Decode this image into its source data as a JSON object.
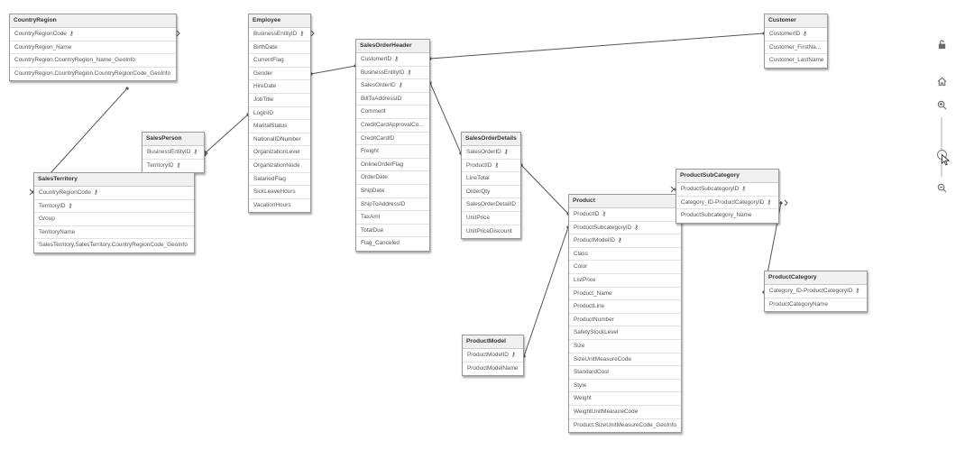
{
  "tables": [
    {
      "id": "CountryRegion",
      "title": "CountryRegion",
      "fields": [
        {
          "name": "CountryRegionCode",
          "key": true
        },
        {
          "name": "CountryRegion_Name",
          "key": false
        },
        {
          "name": "CountryRegion.CountryRegion_Name_GeoInfo",
          "key": false
        },
        {
          "name": "CountryRegion.CountryRegion.CountryRegionCode_GeoInfo",
          "key": false
        }
      ]
    },
    {
      "id": "Employee",
      "title": "Employee",
      "fields": [
        {
          "name": "BusinessEntityID",
          "key": true
        },
        {
          "name": "BirthDate",
          "key": false
        },
        {
          "name": "CurrentFlag",
          "key": false
        },
        {
          "name": "Gender",
          "key": false
        },
        {
          "name": "HireDate",
          "key": false
        },
        {
          "name": "JobTitle",
          "key": false
        },
        {
          "name": "LoginID",
          "key": false
        },
        {
          "name": "MaritalStatus",
          "key": false
        },
        {
          "name": "NationalIDNumber",
          "key": false
        },
        {
          "name": "OrganizationLevel",
          "key": false
        },
        {
          "name": "OrganizationNode",
          "key": false
        },
        {
          "name": "SalariedFlag",
          "key": false
        },
        {
          "name": "SickLeaveHours",
          "key": false
        },
        {
          "name": "VacationHours",
          "key": false
        }
      ]
    },
    {
      "id": "SalesOrderHeader",
      "title": "SalesOrderHeader",
      "fields": [
        {
          "name": "CustomerID",
          "key": true
        },
        {
          "name": "BusinessEntityID",
          "key": true
        },
        {
          "name": "SalesOrderID",
          "key": true
        },
        {
          "name": "BillToAddressID",
          "key": false
        },
        {
          "name": "Comment",
          "key": false
        },
        {
          "name": "CreditCardApprovalCo...",
          "key": false
        },
        {
          "name": "CreditCardID",
          "key": false
        },
        {
          "name": "Freight",
          "key": false
        },
        {
          "name": "OnlineOrderFlag",
          "key": false
        },
        {
          "name": "OrderDate",
          "key": false
        },
        {
          "name": "ShipDate",
          "key": false
        },
        {
          "name": "ShipToAddressID",
          "key": false
        },
        {
          "name": "TaxAmt",
          "key": false
        },
        {
          "name": "TotalDue",
          "key": false
        },
        {
          "name": "Flag_Canceled",
          "key": false
        }
      ]
    },
    {
      "id": "Customer",
      "title": "Customer",
      "fields": [
        {
          "name": "CustomerID",
          "key": true
        },
        {
          "name": "Customer_FirstNa...",
          "key": false
        },
        {
          "name": "Customer_LastName",
          "key": false
        }
      ]
    },
    {
      "id": "SalesPerson",
      "title": "SalesPerson",
      "fields": [
        {
          "name": "BusinessEntityID",
          "key": true
        },
        {
          "name": "TerritoryID",
          "key": true
        }
      ]
    },
    {
      "id": "SalesTerritory",
      "title": "SalesTerritory",
      "fields": [
        {
          "name": "CountryRegionCode",
          "key": true
        },
        {
          "name": "TerritoryID",
          "key": true
        },
        {
          "name": "Group",
          "key": false
        },
        {
          "name": "TerritoryName",
          "key": false
        },
        {
          "name": "SalesTerritory.SalesTerritory.CountryRegionCode_GeoInfo",
          "key": false
        }
      ]
    },
    {
      "id": "SalesOrderDetails",
      "title": "SalesOrderDetails",
      "fields": [
        {
          "name": "SalesOrderID",
          "key": true
        },
        {
          "name": "ProductID",
          "key": true
        },
        {
          "name": "LineTotal",
          "key": false
        },
        {
          "name": "OrderQty",
          "key": false
        },
        {
          "name": "SalesOrderDetailID",
          "key": false
        },
        {
          "name": "UnitPrice",
          "key": false
        },
        {
          "name": "UnitPriceDiscount",
          "key": false
        }
      ]
    },
    {
      "id": "Product",
      "title": "Product",
      "fields": [
        {
          "name": "ProductID",
          "key": true
        },
        {
          "name": "ProductSubcategoryID",
          "key": true
        },
        {
          "name": "ProductModelID",
          "key": true
        },
        {
          "name": "Class",
          "key": false
        },
        {
          "name": "Color",
          "key": false
        },
        {
          "name": "ListPrice",
          "key": false
        },
        {
          "name": "Product_Name",
          "key": false
        },
        {
          "name": "ProductLine",
          "key": false
        },
        {
          "name": "ProductNumber",
          "key": false
        },
        {
          "name": "SafetyStockLevel",
          "key": false
        },
        {
          "name": "Size",
          "key": false
        },
        {
          "name": "SizeUnitMeasureCode",
          "key": false
        },
        {
          "name": "StandardCost",
          "key": false
        },
        {
          "name": "Style",
          "key": false
        },
        {
          "name": "Weight",
          "key": false
        },
        {
          "name": "WeightUnitMeasureCode",
          "key": false
        },
        {
          "name": "Product.SizeUnitMeasureCode_GeoInfo",
          "key": false
        }
      ]
    },
    {
      "id": "ProductSubCategory",
      "title": "ProductSubCategory",
      "fields": [
        {
          "name": "ProductSubcategoryID",
          "key": true
        },
        {
          "name": "Category_ID-ProductCategoryID",
          "key": true
        },
        {
          "name": "ProductSubcategory_Name",
          "key": false
        }
      ]
    },
    {
      "id": "ProductCategory",
      "title": "ProductCategory",
      "fields": [
        {
          "name": "Category_ID-ProductCategoryID",
          "key": true
        },
        {
          "name": "ProductCategoryName",
          "key": false
        }
      ]
    },
    {
      "id": "ProductModel",
      "title": "ProductModel",
      "fields": [
        {
          "name": "ProductModelID",
          "key": true
        },
        {
          "name": "ProductModelName",
          "key": false
        }
      ]
    }
  ],
  "links": [
    {
      "from": "Employee",
      "to": "SalesOrderHeader"
    },
    {
      "from": "Customer",
      "to": "SalesOrderHeader"
    },
    {
      "from": "Employee",
      "to": "SalesPerson"
    },
    {
      "from": "CountryRegion",
      "to": "SalesTerritory"
    },
    {
      "from": "SalesOrderHeader",
      "to": "SalesOrderDetails"
    },
    {
      "from": "SalesOrderDetails",
      "to": "Product"
    },
    {
      "from": "Product",
      "to": "ProductSubCategory"
    },
    {
      "from": "ProductSubCategory",
      "to": "ProductCategory"
    },
    {
      "from": "ProductModel",
      "to": "Product"
    }
  ],
  "controls": {
    "lock_icon": "lock-icon",
    "home_icon": "home-icon",
    "zoom_in_icon": "zoom-in-icon",
    "zoom_out_icon": "zoom-out-icon"
  },
  "key_icon": "key-icon"
}
